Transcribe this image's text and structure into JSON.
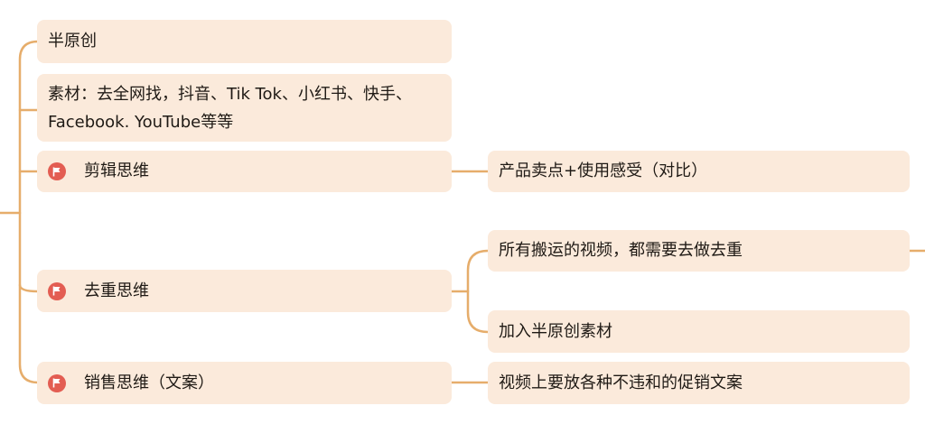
{
  "colors": {
    "node_fill": "#fbeadb",
    "connector": "#e6ad6b",
    "flag_badge": "#e35d52",
    "text": "#1f1a15"
  },
  "nodes": {
    "semi_original": {
      "text": "半原创"
    },
    "materials": {
      "text": "素材：去全网找，抖音、Tik Tok、小红书、快手、Facebook. YouTube等等"
    },
    "editing_thinking": {
      "text": "剪辑思维",
      "icon": "flag-icon"
    },
    "dedup_thinking": {
      "text": "去重思维",
      "icon": "flag-icon"
    },
    "sales_thinking": {
      "text": "销售思维（文案）",
      "icon": "flag-icon"
    },
    "selling_points": {
      "text": "产品卖点+使用感受（对比）"
    },
    "repost_dedup": {
      "text": "所有搬运的视频，都需要去做去重"
    },
    "add_semi_original": {
      "text": "加入半原创素材"
    },
    "promo_copy": {
      "text": "视频上要放各种不违和的促销文案"
    }
  }
}
